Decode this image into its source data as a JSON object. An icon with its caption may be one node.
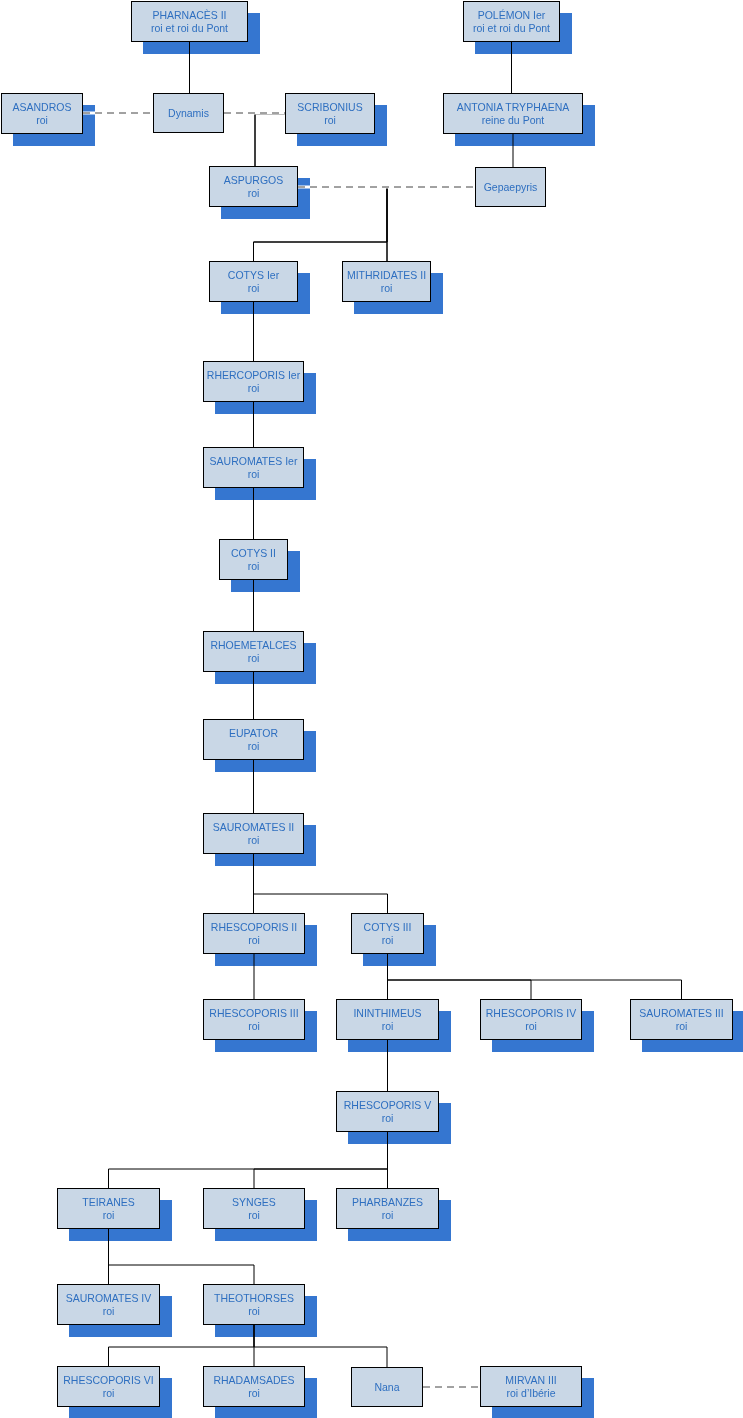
{
  "diagram": {
    "nodes": [
      {
        "text": [
          "PHARNACÈS II",
          "roi et roi du Pont"
        ]
      },
      {
        "text": [
          "POLÉMON Ier",
          "roi et roi du Pont"
        ]
      },
      {
        "text": [
          "ASANDROS",
          "roi"
        ]
      },
      {
        "text": [
          "Dynamis"
        ]
      },
      {
        "text": [
          "SCRIBONIUS",
          "roi"
        ]
      },
      {
        "text": [
          "ANTONIA TRYPHAENA",
          "reine du Pont"
        ]
      },
      {
        "text": [
          "ASPURGOS",
          "roi"
        ]
      },
      {
        "text": [
          "Gepaepyris"
        ]
      },
      {
        "text": [
          "COTYS Ier",
          "roi"
        ]
      },
      {
        "text": [
          "MITHRIDATES II",
          "roi"
        ]
      },
      {
        "text": [
          "RHERCOPORIS Ier",
          "roi"
        ]
      },
      {
        "text": [
          "SAUROMATES Ier",
          "roi"
        ]
      },
      {
        "text": [
          "COTYS II",
          "roi"
        ]
      },
      {
        "text": [
          "RHOEMETALCES",
          "roi"
        ]
      },
      {
        "text": [
          "EUPATOR",
          "roi"
        ]
      },
      {
        "text": [
          "SAUROMATES II",
          "roi"
        ]
      },
      {
        "text": [
          "RHESCOPORIS II",
          "roi"
        ]
      },
      {
        "text": [
          "COTYS III",
          "roi"
        ]
      },
      {
        "text": [
          "RHESCOPORIS III",
          "roi"
        ]
      },
      {
        "text": [
          "ININTHIMEUS",
          "roi"
        ]
      },
      {
        "text": [
          "RHESCOPORIS IV",
          "roi"
        ]
      },
      {
        "text": [
          "SAUROMATES III",
          "roi"
        ]
      },
      {
        "text": [
          "RHESCOPORIS V",
          "roi"
        ]
      },
      {
        "text": [
          "TEIRANES",
          "roi"
        ]
      },
      {
        "text": [
          "SYNGES",
          "roi"
        ]
      },
      {
        "text": [
          "PHARBANZES",
          "roi"
        ]
      },
      {
        "text": [
          "SAUROMATES IV",
          "roi"
        ]
      },
      {
        "text": [
          "THEOTHORSES",
          "roi"
        ]
      },
      {
        "text": [
          "RHESCOPORIS VI",
          "roi"
        ]
      },
      {
        "text": [
          "RHADAMSADES",
          "roi"
        ]
      },
      {
        "text": [
          "Nana"
        ]
      },
      {
        "text": [
          "MIRVAN III",
          "roi d’Ibérie"
        ]
      }
    ],
    "edges": [
      {
        "from": 0,
        "to": 3,
        "arrow": "none"
      },
      {
        "from": 2,
        "to": 3,
        "arrow": "none",
        "style": "dashed"
      },
      {
        "from": 3,
        "to": 4,
        "arrow": "none",
        "style": "dashed"
      },
      {
        "from": 1,
        "to": 5,
        "arrow": "none"
      },
      {
        "from": 3,
        "to": 6,
        "arrow": "none"
      },
      {
        "from": 4,
        "to": 6,
        "arrow": "none"
      },
      {
        "from": 5,
        "to": 7,
        "arrow": "none"
      },
      {
        "from": 6,
        "to": 7,
        "arrow": "none",
        "style": "dashed"
      },
      {
        "from": 6,
        "to": 8,
        "arrow": "none"
      },
      {
        "from": 7,
        "to": 8,
        "arrow": "none"
      },
      {
        "from": 6,
        "to": 9,
        "arrow": "none"
      },
      {
        "from": 7,
        "to": 9,
        "arrow": "none"
      },
      {
        "from": 8,
        "to": 10,
        "arrow": "none"
      },
      {
        "from": 10,
        "to": 11,
        "arrow": "none"
      },
      {
        "from": 11,
        "to": 12,
        "arrow": "none"
      },
      {
        "from": 12,
        "to": 13,
        "arrow": "none"
      },
      {
        "from": 13,
        "to": 14,
        "arrow": "none"
      },
      {
        "from": 14,
        "to": 15,
        "arrow": "none"
      },
      {
        "from": 15,
        "to": 16,
        "arrow": "none"
      },
      {
        "from": 15,
        "to": 17,
        "arrow": "none"
      },
      {
        "from": 16,
        "to": 18,
        "arrow": "none"
      },
      {
        "from": 17,
        "to": 19,
        "arrow": "none"
      },
      {
        "from": 17,
        "to": 20,
        "arrow": "none"
      },
      {
        "from": 17,
        "to": 21,
        "arrow": "none"
      },
      {
        "from": 19,
        "to": 22,
        "arrow": "none"
      },
      {
        "from": 22,
        "to": 23,
        "arrow": "none"
      },
      {
        "from": 22,
        "to": 24,
        "arrow": "none"
      },
      {
        "from": 22,
        "to": 25,
        "arrow": "none"
      },
      {
        "from": 23,
        "to": 26,
        "arrow": "none"
      },
      {
        "from": 23,
        "to": 27,
        "arrow": "none"
      },
      {
        "from": 27,
        "to": 28,
        "arrow": "none"
      },
      {
        "from": 27,
        "to": 29,
        "arrow": "none"
      },
      {
        "from": 27,
        "to": 30,
        "arrow": "none"
      },
      {
        "from": 30,
        "to": 31,
        "arrow": "none",
        "style": "dashed"
      }
    ]
  }
}
